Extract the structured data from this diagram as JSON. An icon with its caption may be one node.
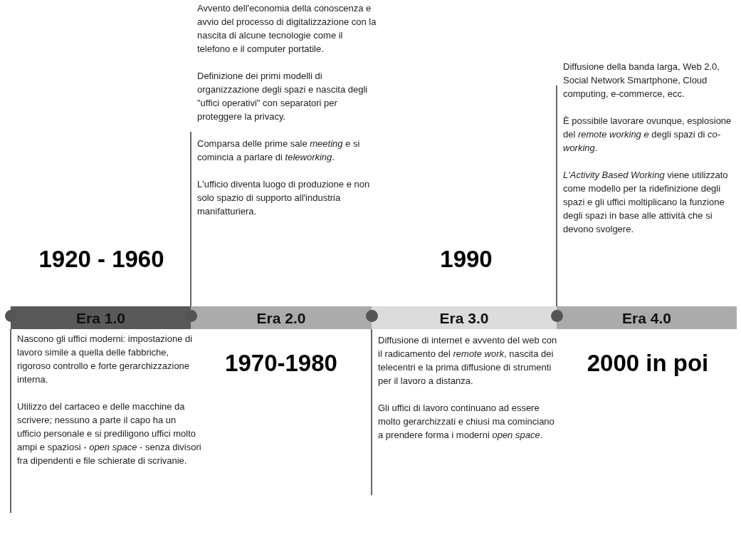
{
  "diagram": {
    "nodes": [
      {
        "text": [
          "Era 1.0"
        ],
        "beside": [
          "1920 - 1960"
        ]
      },
      {
        "text": [
          "Era 2.0"
        ],
        "beside": [
          "1970-1980"
        ]
      },
      {
        "text": [
          "Era 3.0"
        ],
        "beside": [
          "1990"
        ]
      },
      {
        "text": [
          "Era 4.0"
        ],
        "beside": [
          "2000 in poi"
        ]
      },
      {
        "text": [
          "Nascono gli uffici moderni: impostazione di lavoro simile a quella delle fabbriche, rigoroso controllo e forte gerarchizzazione interna.",
          "Utilizzo del cartaceo e delle macchine da scrivere; nessuno a parte il capo ha un ufficio personale e si prediligono uffici molto ampi e spaziosi - *open space* - senza divisori fra dipendenti e file schierate di scrivanie."
        ]
      },
      {
        "text": [
          "Avvento dell'economia della conoscenza e avvio del processo di digitalizzazione con la nascita di alcune tecnologie come il telefono e il computer portatile.",
          "Definizione dei primi modelli di organizzazione degli spazi e nascita degli \"uffici operativi\" con separatori per proteggere la privacy.",
          "Comparsa delle prime sale *meeting* e si comincia a parlare di *teleworking*.",
          "L'ufficio diventa luogo di produzione e non solo spazio di supporto all'industria manifatturiera."
        ]
      },
      {
        "text": [
          "Diffusione di internet e avvento del web con il radicamento del *remote work*, nascita dei telecentri e la prima diffusione di strumenti per il lavoro a distanza.",
          "Gli uffici di lavoro continuano ad essere molto gerarchizzati e chiusi ma cominciano a prendere forma i moderni *open space*."
        ]
      },
      {
        "text": [
          "Diffusione della banda larga, Web 2.0, Social Network Smartphone, Cloud computing, e-commerce, ecc.",
          "È possibile lavorare ovunque, esplosione del *remote working e* degli spazi di *co-working*.",
          "*L'Activity Based Working* viene utilizzato come modello per la ridefinizione degli spazi e gli uffici moltiplicano la funzione degli spazi in base alle attività che si devono svolgere."
        ]
      }
    ],
    "edges": [
      {
        "from": 0,
        "to": 4,
        "arrow": "none"
      },
      {
        "from": 1,
        "to": 5,
        "arrow": "none"
      },
      {
        "from": 2,
        "to": 6,
        "arrow": "none"
      },
      {
        "from": 3,
        "to": 7,
        "arrow": "none"
      }
    ]
  }
}
